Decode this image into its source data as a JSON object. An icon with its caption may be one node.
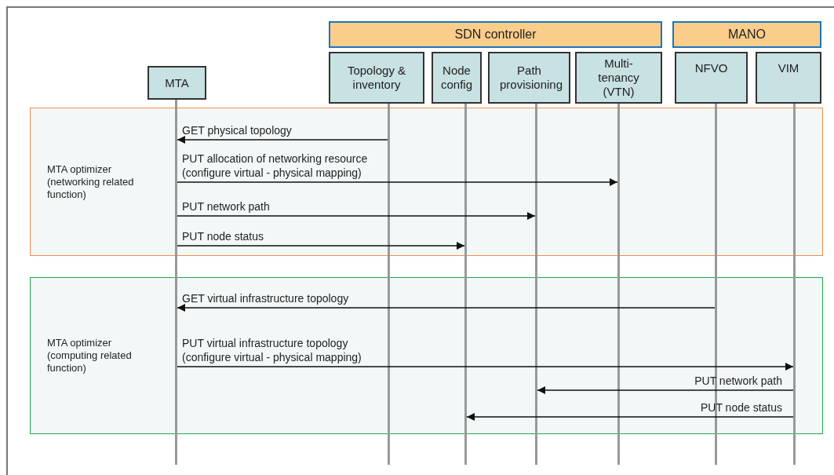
{
  "diagram": {
    "nodes": [
      {
        "text": [
          "SDN controller"
        ]
      },
      {
        "text": [
          "MANO"
        ]
      },
      {
        "text": [
          "MTA"
        ]
      },
      {
        "text": [
          "Topology & inventory"
        ]
      },
      {
        "text": [
          "Node config"
        ]
      },
      {
        "text": [
          "Path provisioning"
        ]
      },
      {
        "text": [
          "Multi- tenancy (VTN)"
        ]
      },
      {
        "text": [
          "NFVO"
        ]
      },
      {
        "text": [
          "VIM"
        ]
      },
      {
        "text": [],
        "shape": "bar"
      },
      {
        "text": [],
        "shape": "bar"
      },
      {
        "text": [],
        "shape": "bar"
      },
      {
        "text": [],
        "shape": "bar"
      },
      {
        "text": [],
        "shape": "bar"
      },
      {
        "text": [],
        "shape": "bar"
      },
      {
        "text": [],
        "shape": "bar"
      }
    ],
    "edges": [
      {
        "from": 10,
        "to": 9,
        "arrow": "to",
        "label": "GET physical topology"
      },
      {
        "from": 9,
        "to": 13,
        "arrow": "to",
        "label": "PUT allocation of networking resource (configure virtual - physical mapping)"
      },
      {
        "from": 9,
        "to": 12,
        "arrow": "to",
        "label": "PUT network path"
      },
      {
        "from": 9,
        "to": 11,
        "arrow": "to",
        "label": "PUT node status"
      },
      {
        "from": 14,
        "to": 9,
        "arrow": "to",
        "label": "GET virtual infrastructure topology"
      },
      {
        "from": 9,
        "to": 15,
        "arrow": "to",
        "label": "PUT virtual infrastructure topology (configure virtual - physical mapping)"
      },
      {
        "from": 15,
        "to": 12,
        "arrow": "to",
        "label": "PUT network path"
      },
      {
        "from": 15,
        "to": 11,
        "arrow": "to",
        "label": "PUT node status"
      }
    ],
    "labels": [
      "MTA optimizer (networking related function)",
      "MTA optimizer (computing related function)"
    ]
  }
}
